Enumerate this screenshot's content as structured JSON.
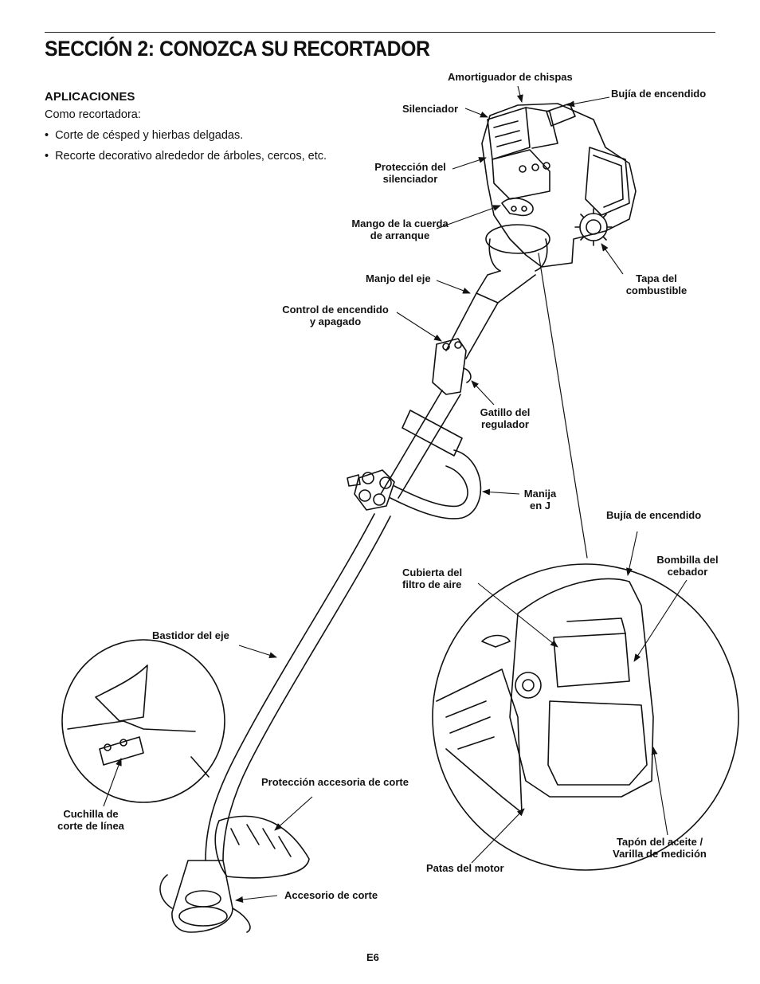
{
  "header": {
    "title": "SECCIÓN 2: CONOZCA SU RECORTADOR"
  },
  "applications": {
    "heading": "APLICACIONES",
    "intro": "Como recortadora:",
    "bullets": [
      "Corte de césped y hierbas delgadas.",
      "Recorte decorativo alrededor de árboles, cercos, etc."
    ]
  },
  "labels": {
    "spark_arrestor": "Amortiguador de chispas",
    "spark_plug_top": "Bujía de encendido",
    "muffler": "Silenciador",
    "muffler_guard_1": "Protección del",
    "muffler_guard_2": "silenciador",
    "starter_handle_1": "Mango de la cuerda",
    "starter_handle_2": "de arranque",
    "fuel_cap_1": "Tapa del",
    "fuel_cap_2": "combustible",
    "shaft_handle": "Manjo del eje",
    "on_off_1": "Control de encendido",
    "on_off_2": "y apagado",
    "throttle_1": "Gatillo del",
    "throttle_2": "regulador",
    "j_handle_1": "Manija",
    "j_handle_2": "en J",
    "spark_plug_detail": "Bujía de encendido",
    "primer_1": "Bombilla del",
    "primer_2": "cebador",
    "air_filter_1": "Cubierta del",
    "air_filter_2": "filtro de aire",
    "shaft_housing": "Bastidor del eje",
    "guard": "Protección accesoria de corte",
    "line_blade_1": "Cuchilla de",
    "line_blade_2": "corte de línea",
    "engine_feet": "Patas del motor",
    "oil_cap_1": "Tapón del aceite /",
    "oil_cap_2": "Varilla de medición",
    "cutting_attachment": "Accesorio de corte"
  },
  "footer": {
    "page": "E6"
  }
}
